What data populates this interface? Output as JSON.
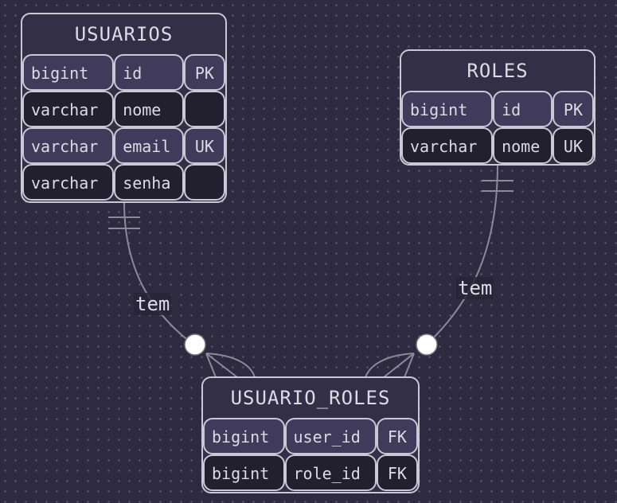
{
  "entities": {
    "usuarios": {
      "name": "USUARIOS",
      "columns": [
        {
          "type": "bigint",
          "name": "id",
          "key": "PK"
        },
        {
          "type": "varchar",
          "name": "nome",
          "key": ""
        },
        {
          "type": "varchar",
          "name": "email",
          "key": "UK"
        },
        {
          "type": "varchar",
          "name": "senha",
          "key": ""
        }
      ]
    },
    "roles": {
      "name": "ROLES",
      "columns": [
        {
          "type": "bigint",
          "name": "id",
          "key": "PK"
        },
        {
          "type": "varchar",
          "name": "nome",
          "key": "UK"
        }
      ]
    },
    "usuario_roles": {
      "name": "USUARIO_ROLES",
      "columns": [
        {
          "type": "bigint",
          "name": "user_id",
          "key": "FK"
        },
        {
          "type": "bigint",
          "name": "role_id",
          "key": "FK"
        }
      ]
    }
  },
  "relationships": [
    {
      "from": "USUARIOS",
      "to": "USUARIO_ROLES",
      "label": "tem",
      "from_cardinality": "exactly-one",
      "to_cardinality": "zero-or-many"
    },
    {
      "from": "ROLES",
      "to": "USUARIO_ROLES",
      "label": "tem",
      "from_cardinality": "exactly-one",
      "to_cardinality": "zero-or-many"
    }
  ],
  "colors": {
    "background": "#2e2a40",
    "border": "#c9c8d4",
    "text": "#dcdbe6",
    "row_light": "#403b5a",
    "row_dark": "#22202e",
    "connector": "#8c8a98"
  }
}
